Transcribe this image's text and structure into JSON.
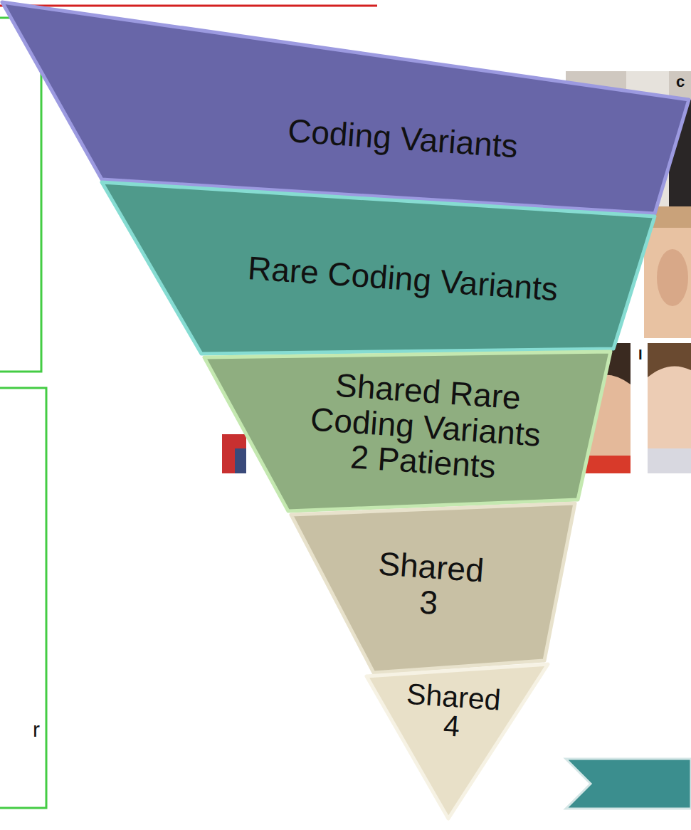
{
  "diagram": {
    "nodes": [
      {
        "text": [
          "Coding Variants"
        ]
      },
      {
        "text": [
          "Rare Coding Variants"
        ]
      },
      {
        "text": [
          "Shared Rare Coding Variants 2 Patients"
        ]
      },
      {
        "text": [
          "Shared 3"
        ]
      },
      {
        "text": [
          "Shared 4"
        ]
      }
    ],
    "labels": [
      "c",
      "I",
      "r"
    ]
  }
}
